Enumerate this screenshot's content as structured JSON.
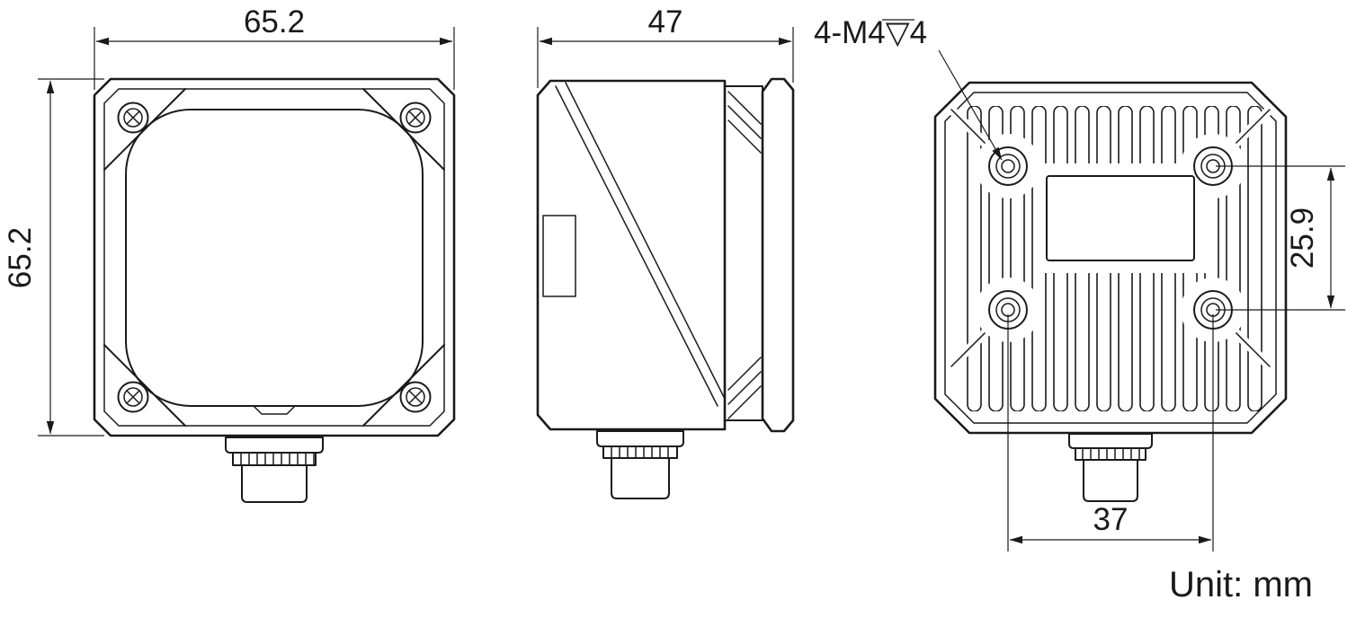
{
  "dimensions": {
    "front_width": "65.2",
    "front_height": "65.2",
    "depth": "47",
    "thread_callout": "4-M4▽4",
    "hole_pitch_vertical": "25.9",
    "hole_pitch_horizontal": "37"
  },
  "unit_label": "Unit: mm",
  "colors": {
    "ink": "#1a1a1a",
    "background": "#ffffff"
  }
}
